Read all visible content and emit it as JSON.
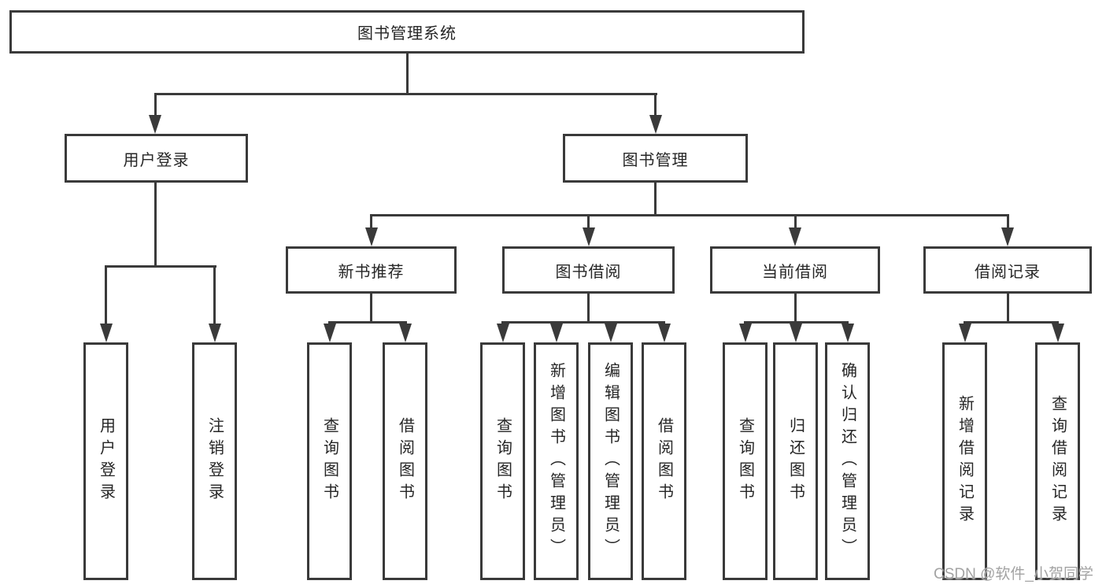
{
  "diagram": {
    "type": "tree",
    "root": {
      "label": "图书管理系统"
    },
    "level2": [
      {
        "label": "用户登录"
      },
      {
        "label": "图书管理"
      }
    ],
    "level3": [
      {
        "label": "新书推荐",
        "parent": "图书管理"
      },
      {
        "label": "图书借阅",
        "parent": "图书管理"
      },
      {
        "label": "当前借阅",
        "parent": "图书管理"
      },
      {
        "label": "借阅记录",
        "parent": "图书管理"
      }
    ],
    "leaves": [
      {
        "label": "用户登录",
        "parent": "用户登录"
      },
      {
        "label": "注销登录",
        "parent": "用户登录"
      },
      {
        "label": "查询图书",
        "parent": "新书推荐"
      },
      {
        "label": "借阅图书",
        "parent": "新书推荐"
      },
      {
        "label": "查询图书",
        "parent": "图书借阅"
      },
      {
        "label": "新增图书（管理员）",
        "parent": "图书借阅"
      },
      {
        "label": "编辑图书（管理员）",
        "parent": "图书借阅"
      },
      {
        "label": "借阅图书",
        "parent": "图书借阅"
      },
      {
        "label": "查询图书",
        "parent": "当前借阅"
      },
      {
        "label": "归还图书",
        "parent": "当前借阅"
      },
      {
        "label": "确认归还（管理员）",
        "parent": "当前借阅"
      },
      {
        "label": "新增借阅记录",
        "parent": "借阅记录"
      },
      {
        "label": "查询借阅记录",
        "parent": "借阅记录"
      }
    ]
  },
  "watermark": {
    "text": "CSDN @软件_小贺同学",
    "color": "#a3a3a3"
  },
  "colors": {
    "line": "#3a3a3a",
    "box_border": "#3a3a3a",
    "box_fill": "#ffffff",
    "text": "#262626",
    "background": "#ffffff"
  }
}
